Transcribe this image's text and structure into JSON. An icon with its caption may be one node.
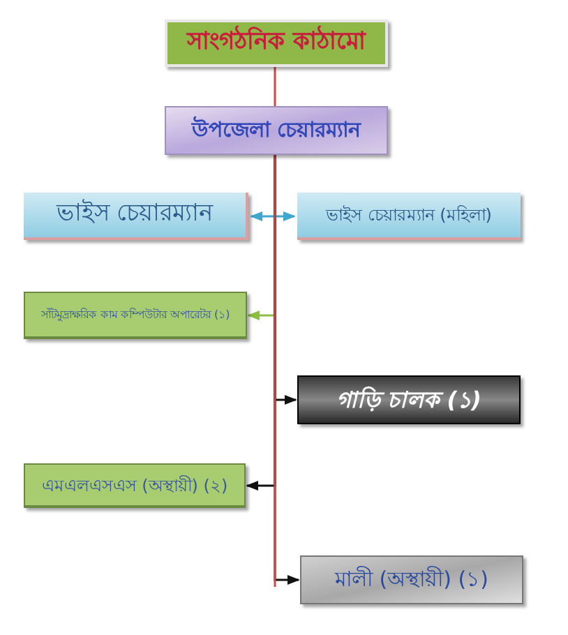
{
  "diagram": {
    "nodes": [
      {
        "text": [
          "সাংগঠনিক কাঠামো"
        ]
      },
      {
        "text": [
          "উপজেলা চেয়ারম্যান"
        ]
      },
      {
        "text": [
          "ভাইস চেয়ারম্যান"
        ]
      },
      {
        "text": [
          "ভাইস চেয়ারম্যান (মহিলা)"
        ]
      },
      {
        "text": [
          "সাঁটমুদ্রাক্ষরিক কাম কম্পিউটার অপারেটর (১)"
        ]
      },
      {
        "text": [
          "গাড়ি চালক (১)"
        ]
      },
      {
        "text": [
          "এমএলএসএস (অস্থায়ী) (২)"
        ]
      },
      {
        "text": [
          "মালী (অস্থায়ী) (১)"
        ]
      }
    ],
    "edges": [
      {
        "from": 0,
        "to": 1,
        "arrow": "none",
        "color": "#d04848"
      },
      {
        "from": 2,
        "to": 3,
        "arrow": "both",
        "color": "#3fa7cf"
      },
      {
        "from": 1,
        "to": 4,
        "arrow": "to",
        "color": "#8cbf3f"
      },
      {
        "from": 1,
        "to": 5,
        "arrow": "to"
      },
      {
        "from": 1,
        "to": 6,
        "arrow": "to"
      },
      {
        "from": 1,
        "to": 7,
        "arrow": "to"
      }
    ]
  }
}
